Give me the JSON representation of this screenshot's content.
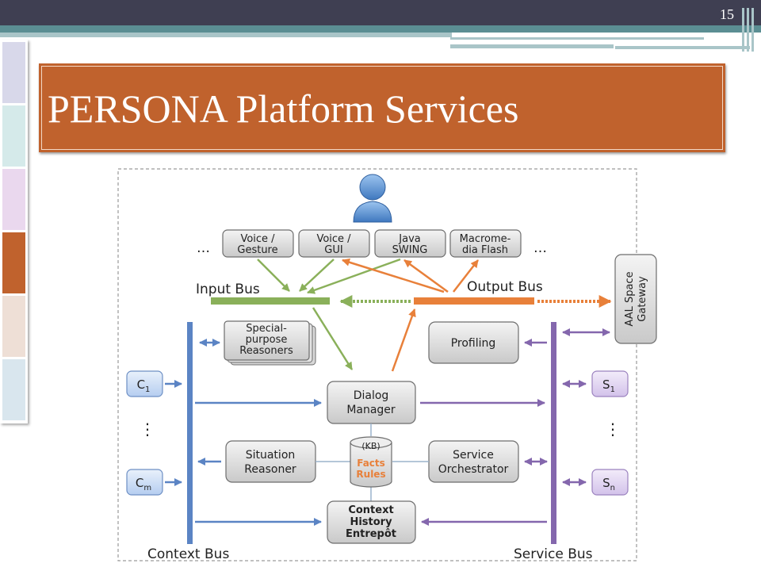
{
  "slide": {
    "number": "15",
    "title": "PERSONA Platform Services"
  },
  "theme_colors": {
    "title_bg": "#c0622d",
    "top_bar": "#3f3f52",
    "accent_teal": "#5b8e93",
    "input_bus": "#8ab05a",
    "output_bus": "#e8803a",
    "context_bus": "#5b84c4",
    "service_bus": "#8467ad"
  },
  "sidebar_swatches": [
    "#d8d8ea",
    "#d5eaea",
    "#ead8ee",
    "#c0622d",
    "#eedfd6",
    "#d9e6ee"
  ],
  "diagram": {
    "user_icon": "user-icon",
    "ellipsis_left": "…",
    "ellipsis_right": "…",
    "io_components": [
      {
        "line1": "Voice /",
        "line2": "Gesture"
      },
      {
        "line1": "Voice /",
        "line2": "GUI"
      },
      {
        "line1": "Java",
        "line2": "SWING"
      },
      {
        "line1": "Macrome-",
        "line2": "dia Flash"
      }
    ],
    "input_bus_label": "Input Bus",
    "output_bus_label": "Output Bus",
    "gateway": {
      "line1": "AAL Space",
      "line2": "Gateway"
    },
    "reasoners": {
      "line1": "Special-",
      "line2": "purpose",
      "line3": "Reasoners"
    },
    "profiling": "Profiling",
    "dialog_manager": {
      "line1": "Dialog",
      "line2": "Manager"
    },
    "situation_reasoner": {
      "line1": "Situation",
      "line2": "Reasoner"
    },
    "kb": {
      "label": "(KB)",
      "line1": "Facts",
      "line2": "Rules"
    },
    "service_orchestrator": {
      "line1": "Service",
      "line2": "Orchestrator"
    },
    "context_history": {
      "line1": "Context",
      "line2": "History",
      "line3": "Entrepôt"
    },
    "context_bus_label": "Context Bus",
    "service_bus_label": "Service Bus",
    "context_sources": [
      {
        "base": "C",
        "sub": "1"
      },
      {
        "base": "C",
        "sub": "m"
      }
    ],
    "service_providers": [
      {
        "base": "S",
        "sub": "1"
      },
      {
        "base": "S",
        "sub": "n"
      }
    ],
    "vdots": "⋮"
  }
}
